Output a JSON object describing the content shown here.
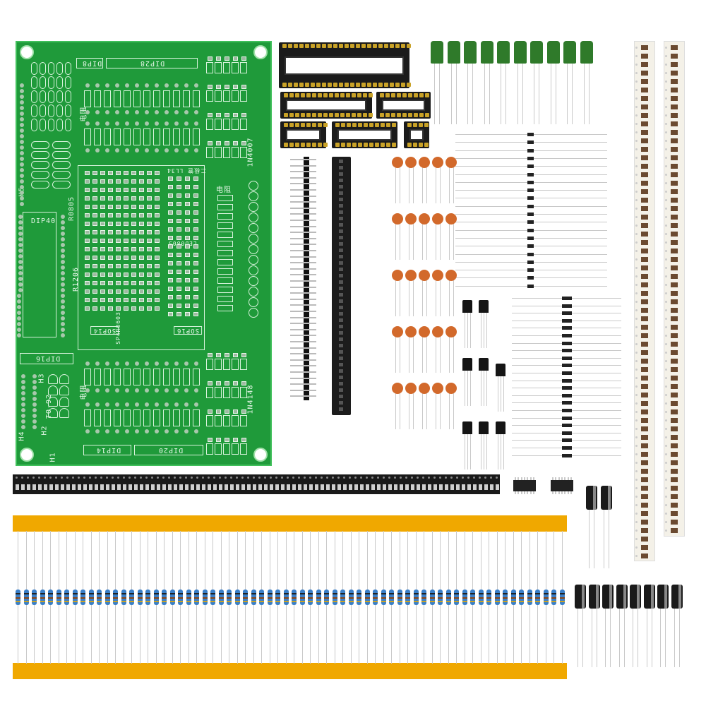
{
  "pcb": {
    "labels": {
      "dip8": "DIP8",
      "dip28": "DIP28",
      "dip40": "DIP40",
      "dip16": "DIP16",
      "dip14": "DIP14",
      "dip20": "DIP20",
      "sop14": "SOP14",
      "sop16": "SOP16",
      "d1n4007": "1N4007",
      "d1n4148": "1N4148",
      "to92": "TO-92",
      "r0805": "R0805",
      "r1206": "R1206",
      "led0805": "LED0805",
      "ll34": "二极管 LL34",
      "sp4r0603": "SP4R0603",
      "resistor1": "电阻",
      "resistor2": "电阻",
      "resistor3": "电阻",
      "h1": "H1",
      "h2": "H2",
      "h3": "H3",
      "h4": "H4",
      "h5": "H5"
    }
  },
  "colors": {
    "pcb": "#1f9a3a",
    "resistor_band": "#f0a800",
    "ceramic": "#d2692b",
    "film": "#2f7a2a"
  },
  "counts": {
    "film_caps": 10,
    "ceramic_caps": 25,
    "transistors": 8,
    "resistors": 68,
    "electrolytic": 10
  }
}
